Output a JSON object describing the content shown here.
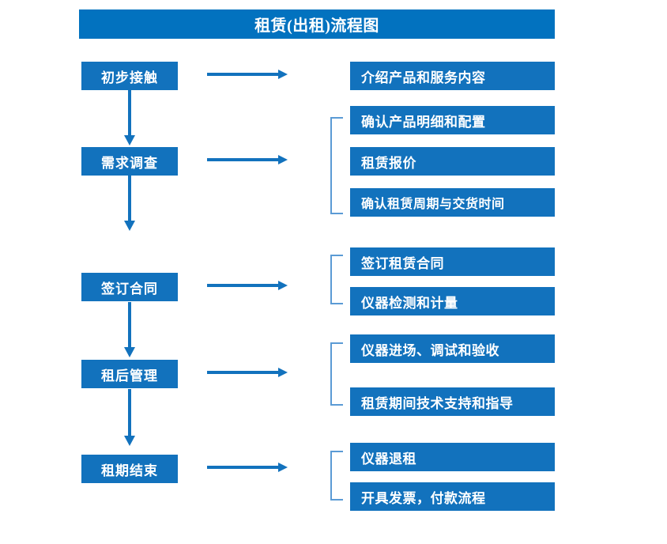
{
  "diagram": {
    "title": "租赁(出租)流程图",
    "colors": {
      "title_bar": "#0272bf",
      "box": "#1272bd",
      "arrow": "#1272bd",
      "bracket": "#5b9bd5",
      "text": "#ffffff",
      "background": "#ffffff"
    },
    "stages": [
      {
        "label": "初步接触",
        "details": [
          "介绍产品和服务内容"
        ],
        "has_bracket": false,
        "arrow_to_next": true
      },
      {
        "label": "需求调查",
        "details": [
          "确认产品明细和配置",
          "租赁报价",
          "确认租赁周期与交货时间"
        ],
        "has_bracket": true,
        "arrow_to_next": true
      },
      {
        "label": "签订合同",
        "details": [
          "签订租赁合同",
          "仪器检测和计量"
        ],
        "has_bracket": true,
        "arrow_to_next": true
      },
      {
        "label": "租后管理",
        "details": [
          "仪器进场、调试和验收",
          "租赁期间技术支持和指导"
        ],
        "has_bracket": true,
        "arrow_to_next": true
      },
      {
        "label": "租期结束",
        "details": [
          "仪器退租",
          "开具发票，付款流程"
        ],
        "has_bracket": true,
        "arrow_to_next": false
      }
    ]
  }
}
